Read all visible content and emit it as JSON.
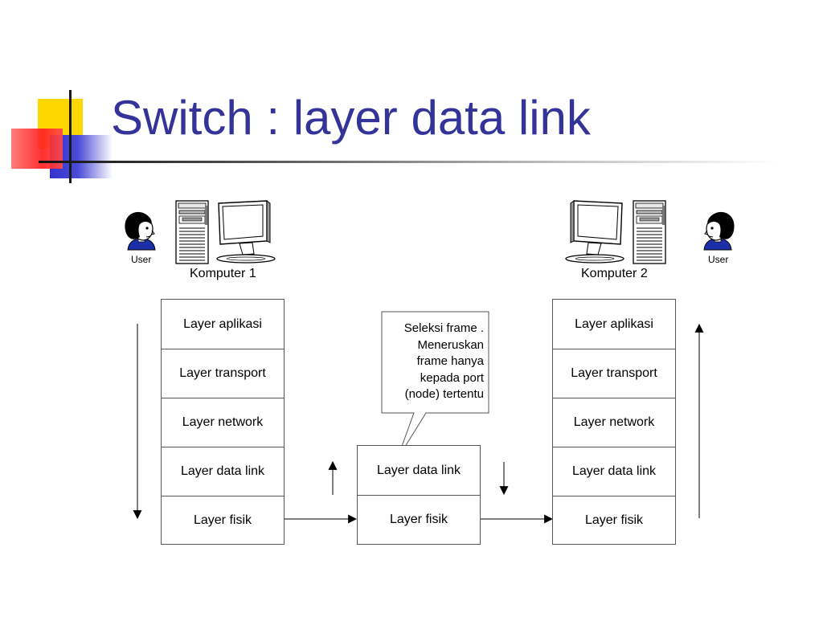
{
  "slide": {
    "title": "Switch : layer data link",
    "left_computer": {
      "user_label": "User",
      "computer_label": "Komputer 1",
      "layers": [
        "Layer aplikasi",
        "Layer transport",
        "Layer network",
        "Layer data link",
        "Layer fisik"
      ]
    },
    "right_computer": {
      "user_label": "User",
      "computer_label": "Komputer 2",
      "layers": [
        "Layer aplikasi",
        "Layer transport",
        "Layer network",
        "Layer data link",
        "Layer fisik"
      ]
    },
    "switch": {
      "layers": [
        "Layer data link",
        "Layer fisik"
      ],
      "callout_lines": [
        "Seleksi frame .",
        "Meneruskan",
        "frame hanya",
        "kepada port",
        "(node) tertentu"
      ]
    }
  },
  "icons": [
    "user-icon",
    "computer-tower-icon",
    "monitor-icon",
    "arrow-down-icon",
    "arrow-up-icon",
    "arrow-right-icon"
  ]
}
